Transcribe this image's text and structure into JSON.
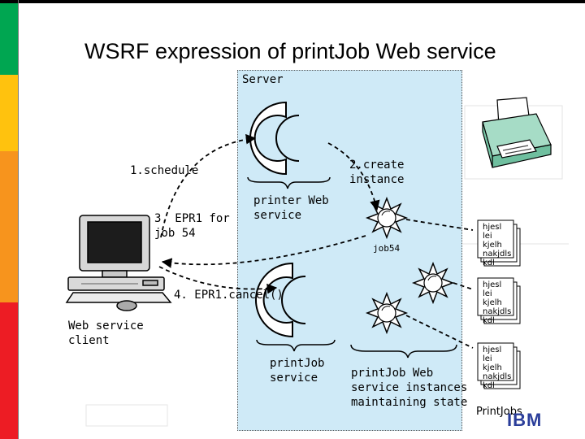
{
  "slide": {
    "title": "WSRF expression of printJob Web service"
  },
  "colors": {
    "strip_green": "#00a651",
    "strip_yellow": "#ffc20e",
    "strip_orange": "#f7941d",
    "strip_red": "#ed1c24",
    "server_fill": "#cfeaf7",
    "ibm_blue": "#2b3e9a"
  },
  "labels": {
    "server": "Server",
    "step1": "1.schedule",
    "step2_line1": "2.create",
    "step2_line2": "instance",
    "step3_line1": "3. EPR1 for",
    "step3_line2": "job 54",
    "step4": "4. EPR1.cancel()",
    "printer_service_line1": "printer Web",
    "printer_service_line2": "service",
    "client_line1": "Web service",
    "client_line2": "client",
    "printjob_service_line1": "printJob",
    "printjob_service_line2": "service",
    "instances_line1": "printJob Web",
    "instances_line2": "service instances",
    "instances_line3": "maintaining state",
    "job_label": "job54",
    "printjobs": "PrintJobs"
  },
  "documents": [
    {
      "lines": [
        "hjesl",
        "lei",
        "kjelh",
        "nakjdls",
        "kdl"
      ]
    },
    {
      "lines": [
        "hjesl",
        "lei",
        "kjelh",
        "nakjdls",
        "kdl"
      ]
    },
    {
      "lines": [
        "hjesl",
        "lei",
        "kjelh",
        "nakjdls",
        "kdl"
      ]
    }
  ],
  "logo": {
    "text": "IBM"
  },
  "icons": {
    "printer": "printer-icon",
    "computer": "computer-icon",
    "instance": "sun-instance-icon"
  }
}
